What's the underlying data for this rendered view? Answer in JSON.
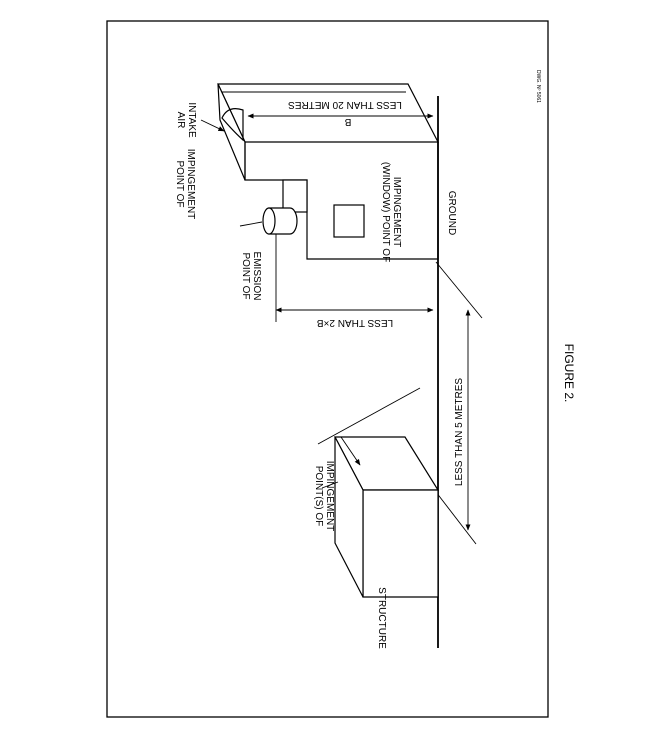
{
  "figure": {
    "caption": "FIGURE 2.",
    "drawing_number": "DWG. Nº 5061"
  },
  "labels": {
    "air_intake": [
      "AIR",
      "INTAKE"
    ],
    "point_of_impingement_top": [
      "POINT OF",
      "IMPINGEMENT"
    ],
    "point_of_emission": [
      "POINT OF",
      "EMISSION"
    ],
    "window_point": [
      "(WINDOW) POINT OF",
      "IMPINGEMENT"
    ],
    "ground": "GROUND",
    "points_of_impingement": [
      "POINT(S) OF",
      "IMPINGEMENT"
    ],
    "structure": "STRUCTURE",
    "dimension_b": "B",
    "less_than_20": "LESS THAN 20 METRES",
    "less_than_2xb": "LESS THAN 2×B",
    "less_than_5": "LESS THAN 5 METRES"
  }
}
